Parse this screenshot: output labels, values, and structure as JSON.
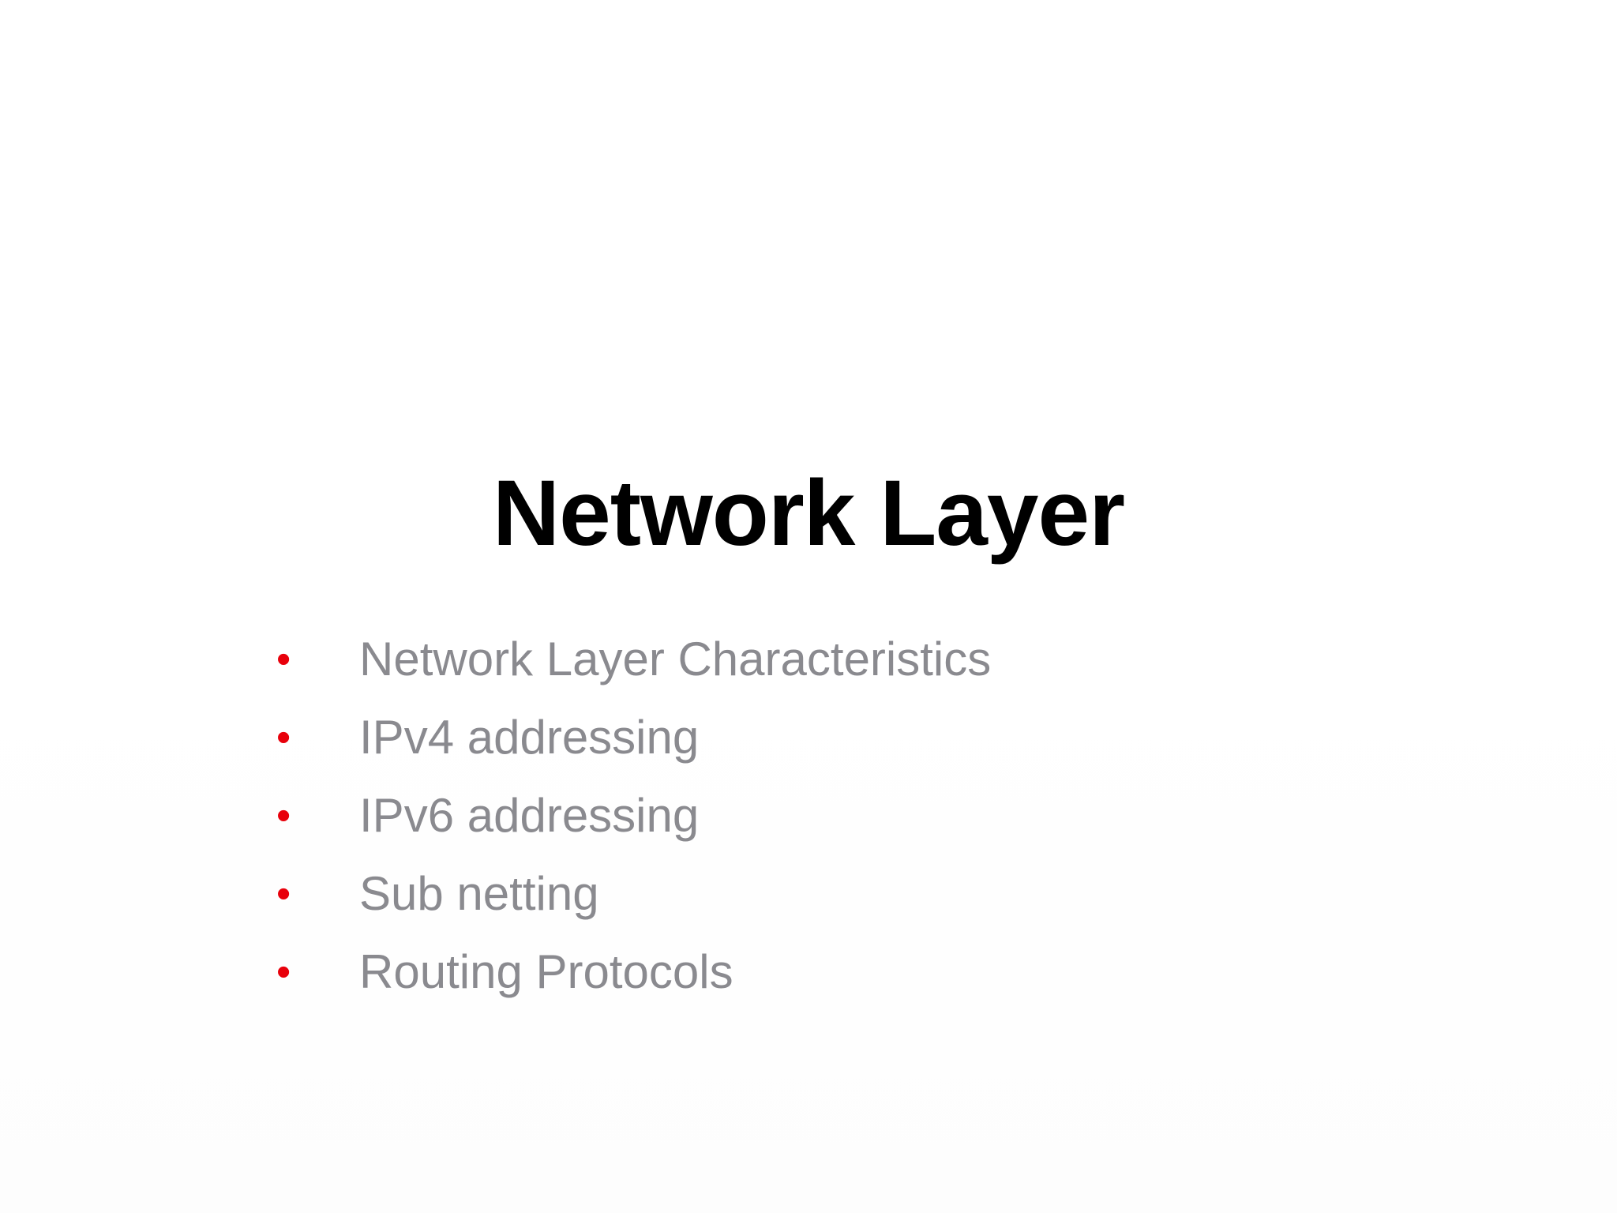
{
  "slide": {
    "title": "Network Layer",
    "bullet_glyph": "•",
    "bullet_color": "#e8000b",
    "text_color": "#8a8a8f",
    "items": [
      "Network Layer Characteristics",
      "IPv4 addressing",
      "IPv6 addressing",
      "Sub netting",
      "Routing Protocols"
    ]
  }
}
